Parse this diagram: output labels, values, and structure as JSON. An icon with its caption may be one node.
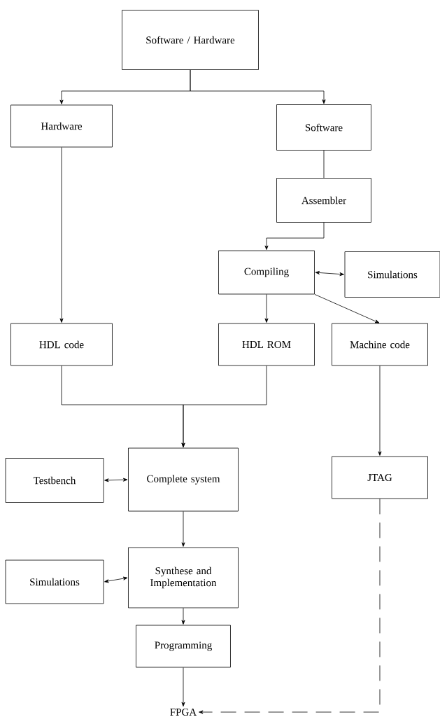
{
  "diagram": {
    "nodes": [
      {
        "text": [
          "Software / Hardware"
        ]
      },
      {
        "text": [
          "Hardware"
        ]
      },
      {
        "text": [
          "Software"
        ]
      },
      {
        "text": [
          "Assembler"
        ]
      },
      {
        "text": [
          "Compiling"
        ]
      },
      {
        "text": [
          "Simulations"
        ]
      },
      {
        "text": [
          "HDL code"
        ]
      },
      {
        "text": [
          "HDL ROM"
        ]
      },
      {
        "text": [
          "Machine code"
        ]
      },
      {
        "text": [
          "Testbench"
        ]
      },
      {
        "text": [
          "Complete system"
        ]
      },
      {
        "text": [
          "JTAG"
        ]
      },
      {
        "text": [
          "Simulations"
        ]
      },
      {
        "text": [
          "Synthese and Implementation"
        ]
      },
      {
        "text": [
          "Programming"
        ]
      },
      {
        "text": [
          "FPGA"
        ]
      }
    ],
    "edges": [
      {
        "from": 0,
        "to": 1,
        "arrow": "to"
      },
      {
        "from": 0,
        "to": 2,
        "arrow": "to"
      },
      {
        "from": 2,
        "to": 3,
        "arrow": "none"
      },
      {
        "from": 3,
        "to": 4,
        "arrow": "to"
      },
      {
        "from": 4,
        "to": 5,
        "arrow": "both"
      },
      {
        "from": 4,
        "to": 7,
        "arrow": "to"
      },
      {
        "from": 4,
        "to": 8,
        "arrow": "to"
      },
      {
        "from": 1,
        "to": 6,
        "arrow": "to"
      },
      {
        "from": 6,
        "to": 10,
        "arrow": "to"
      },
      {
        "from": 7,
        "to": 10,
        "arrow": "to"
      },
      {
        "from": 9,
        "to": 10,
        "arrow": "both"
      },
      {
        "from": 8,
        "to": 11,
        "arrow": "to"
      },
      {
        "from": 10,
        "to": 13,
        "arrow": "to"
      },
      {
        "from": 12,
        "to": 13,
        "arrow": "both"
      },
      {
        "from": 13,
        "to": 14,
        "arrow": "to"
      },
      {
        "from": 14,
        "to": 15,
        "arrow": "to"
      },
      {
        "from": 11,
        "to": 15,
        "arrow": "to",
        "style": "dashed"
      }
    ]
  }
}
